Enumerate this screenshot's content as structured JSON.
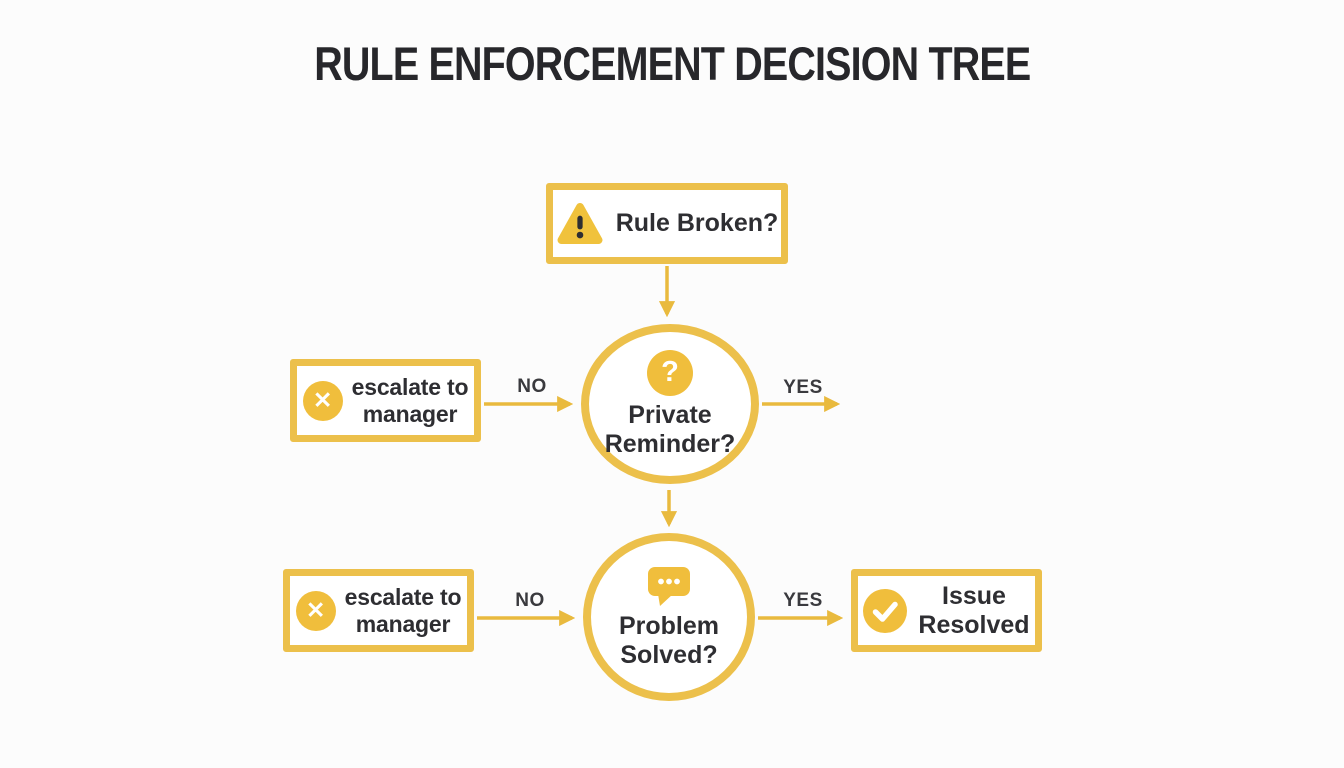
{
  "title": "RULE ENFORCEMENT DECISION TREE",
  "colors": {
    "accent_border_yellow": "#ECC04B",
    "icon_fill_yellow": "#F0BE3C",
    "arrow_yellow": "#E9BA3E",
    "text_dark": "#2E2E32",
    "background": "#FCFCFC"
  },
  "nodes": {
    "rule_broken": {
      "label": "Rule Broken?",
      "icon": "warning-icon"
    },
    "private_reminder": {
      "label": "Private\nReminder?",
      "icon": "question-icon",
      "icon_glyph": "?"
    },
    "escalate_top": {
      "label": "escalate to\nmanager",
      "icon": "x-icon",
      "icon_glyph": "✕"
    },
    "problem_solved": {
      "label": "Problem\nSolved?",
      "icon": "chat-icon"
    },
    "escalate_bottom": {
      "label": "escalate to\nmanager",
      "icon": "x-icon",
      "icon_glyph": "✕"
    },
    "issue_resolved": {
      "label": "Issue\nResolved",
      "icon": "check-icon"
    }
  },
  "edges": {
    "top_no": {
      "label": "NO",
      "from": "private_reminder",
      "to": "escalate_top"
    },
    "top_yes": {
      "label": "YES",
      "from": "private_reminder",
      "to": "exit_right"
    },
    "bottom_no": {
      "label": "NO",
      "from": "problem_solved",
      "to": "escalate_bottom"
    },
    "bottom_yes": {
      "label": "YES",
      "from": "problem_solved",
      "to": "issue_resolved"
    }
  }
}
